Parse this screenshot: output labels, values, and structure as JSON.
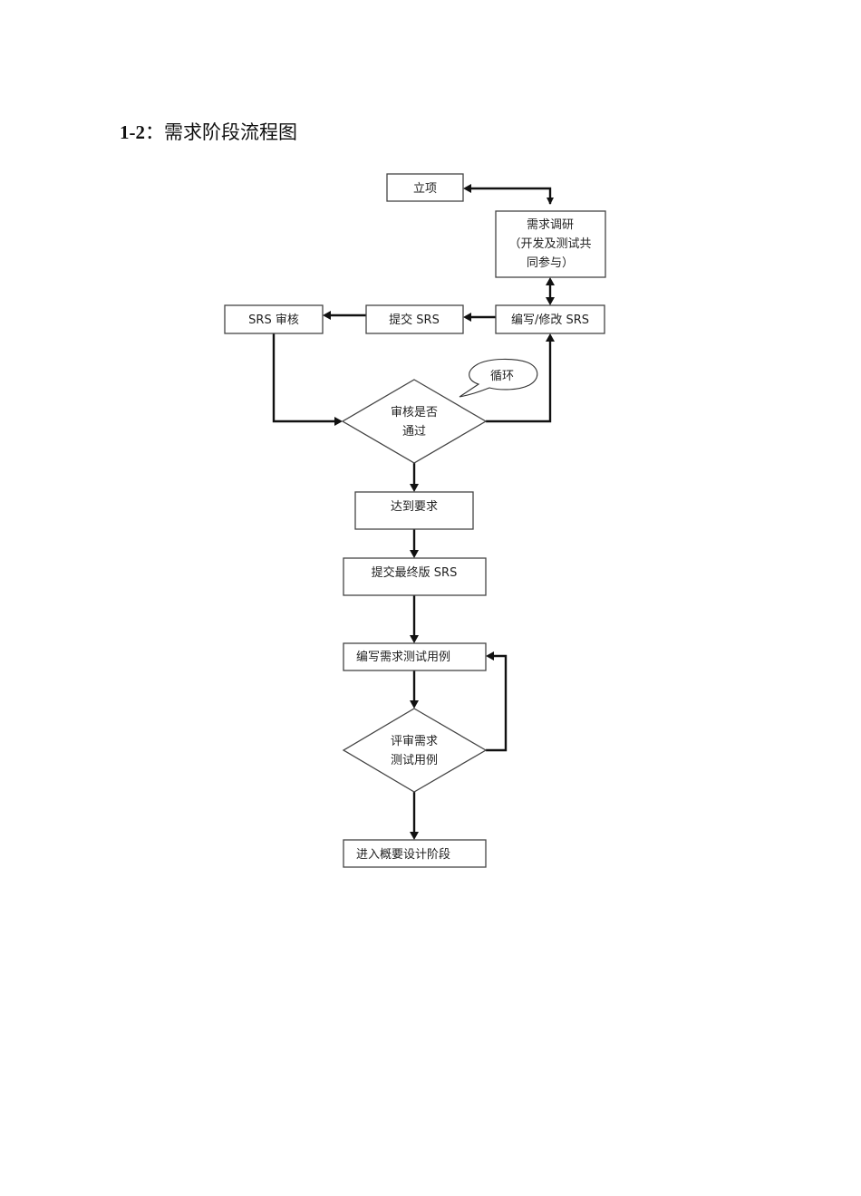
{
  "title": {
    "number": "1-2",
    "separator": "：",
    "text": "需求阶段流程图"
  },
  "nodes": {
    "lixiang": {
      "label": "立项"
    },
    "xuqiu_diaoyan": {
      "lines": [
        "需求调研",
        "（开发及测试共",
        "同参与）"
      ]
    },
    "bianxie_srs": {
      "label": "编写/修改 SRS"
    },
    "tijiao_srs": {
      "label": "提交 SRS"
    },
    "srs_shenhe": {
      "label": "SRS 审核"
    },
    "shenhe_decision": {
      "lines": [
        "审核是否",
        "通过"
      ]
    },
    "loop_callout": {
      "label": "循环"
    },
    "dadao_yaoqiu": {
      "label": "达到要求"
    },
    "tijiao_zuizhong": {
      "label": "提交最终版 SRS"
    },
    "bianxie_ceshi": {
      "label": "编写需求测试用例"
    },
    "pingshen_decision": {
      "lines": [
        "评审需求",
        "测试用例"
      ]
    },
    "jinru_gaiyao": {
      "label": "进入概要设计阶段"
    }
  },
  "edges": [
    {
      "from": "lixiang",
      "to": "xuqiu_diaoyan",
      "bidirectional": true
    },
    {
      "from": "xuqiu_diaoyan",
      "to": "bianxie_srs",
      "bidirectional": true
    },
    {
      "from": "bianxie_srs",
      "to": "tijiao_srs"
    },
    {
      "from": "tijiao_srs",
      "to": "srs_shenhe"
    },
    {
      "from": "srs_shenhe",
      "to": "shenhe_decision"
    },
    {
      "from": "shenhe_decision",
      "to": "bianxie_srs",
      "label_callout": "循环"
    },
    {
      "from": "shenhe_decision",
      "to": "dadao_yaoqiu"
    },
    {
      "from": "dadao_yaoqiu",
      "to": "tijiao_zuizhong"
    },
    {
      "from": "tijiao_zuizhong",
      "to": "bianxie_ceshi"
    },
    {
      "from": "bianxie_ceshi",
      "to": "pingshen_decision"
    },
    {
      "from": "pingshen_decision",
      "to": "bianxie_ceshi"
    },
    {
      "from": "pingshen_decision",
      "to": "jinru_gaiyao"
    }
  ]
}
